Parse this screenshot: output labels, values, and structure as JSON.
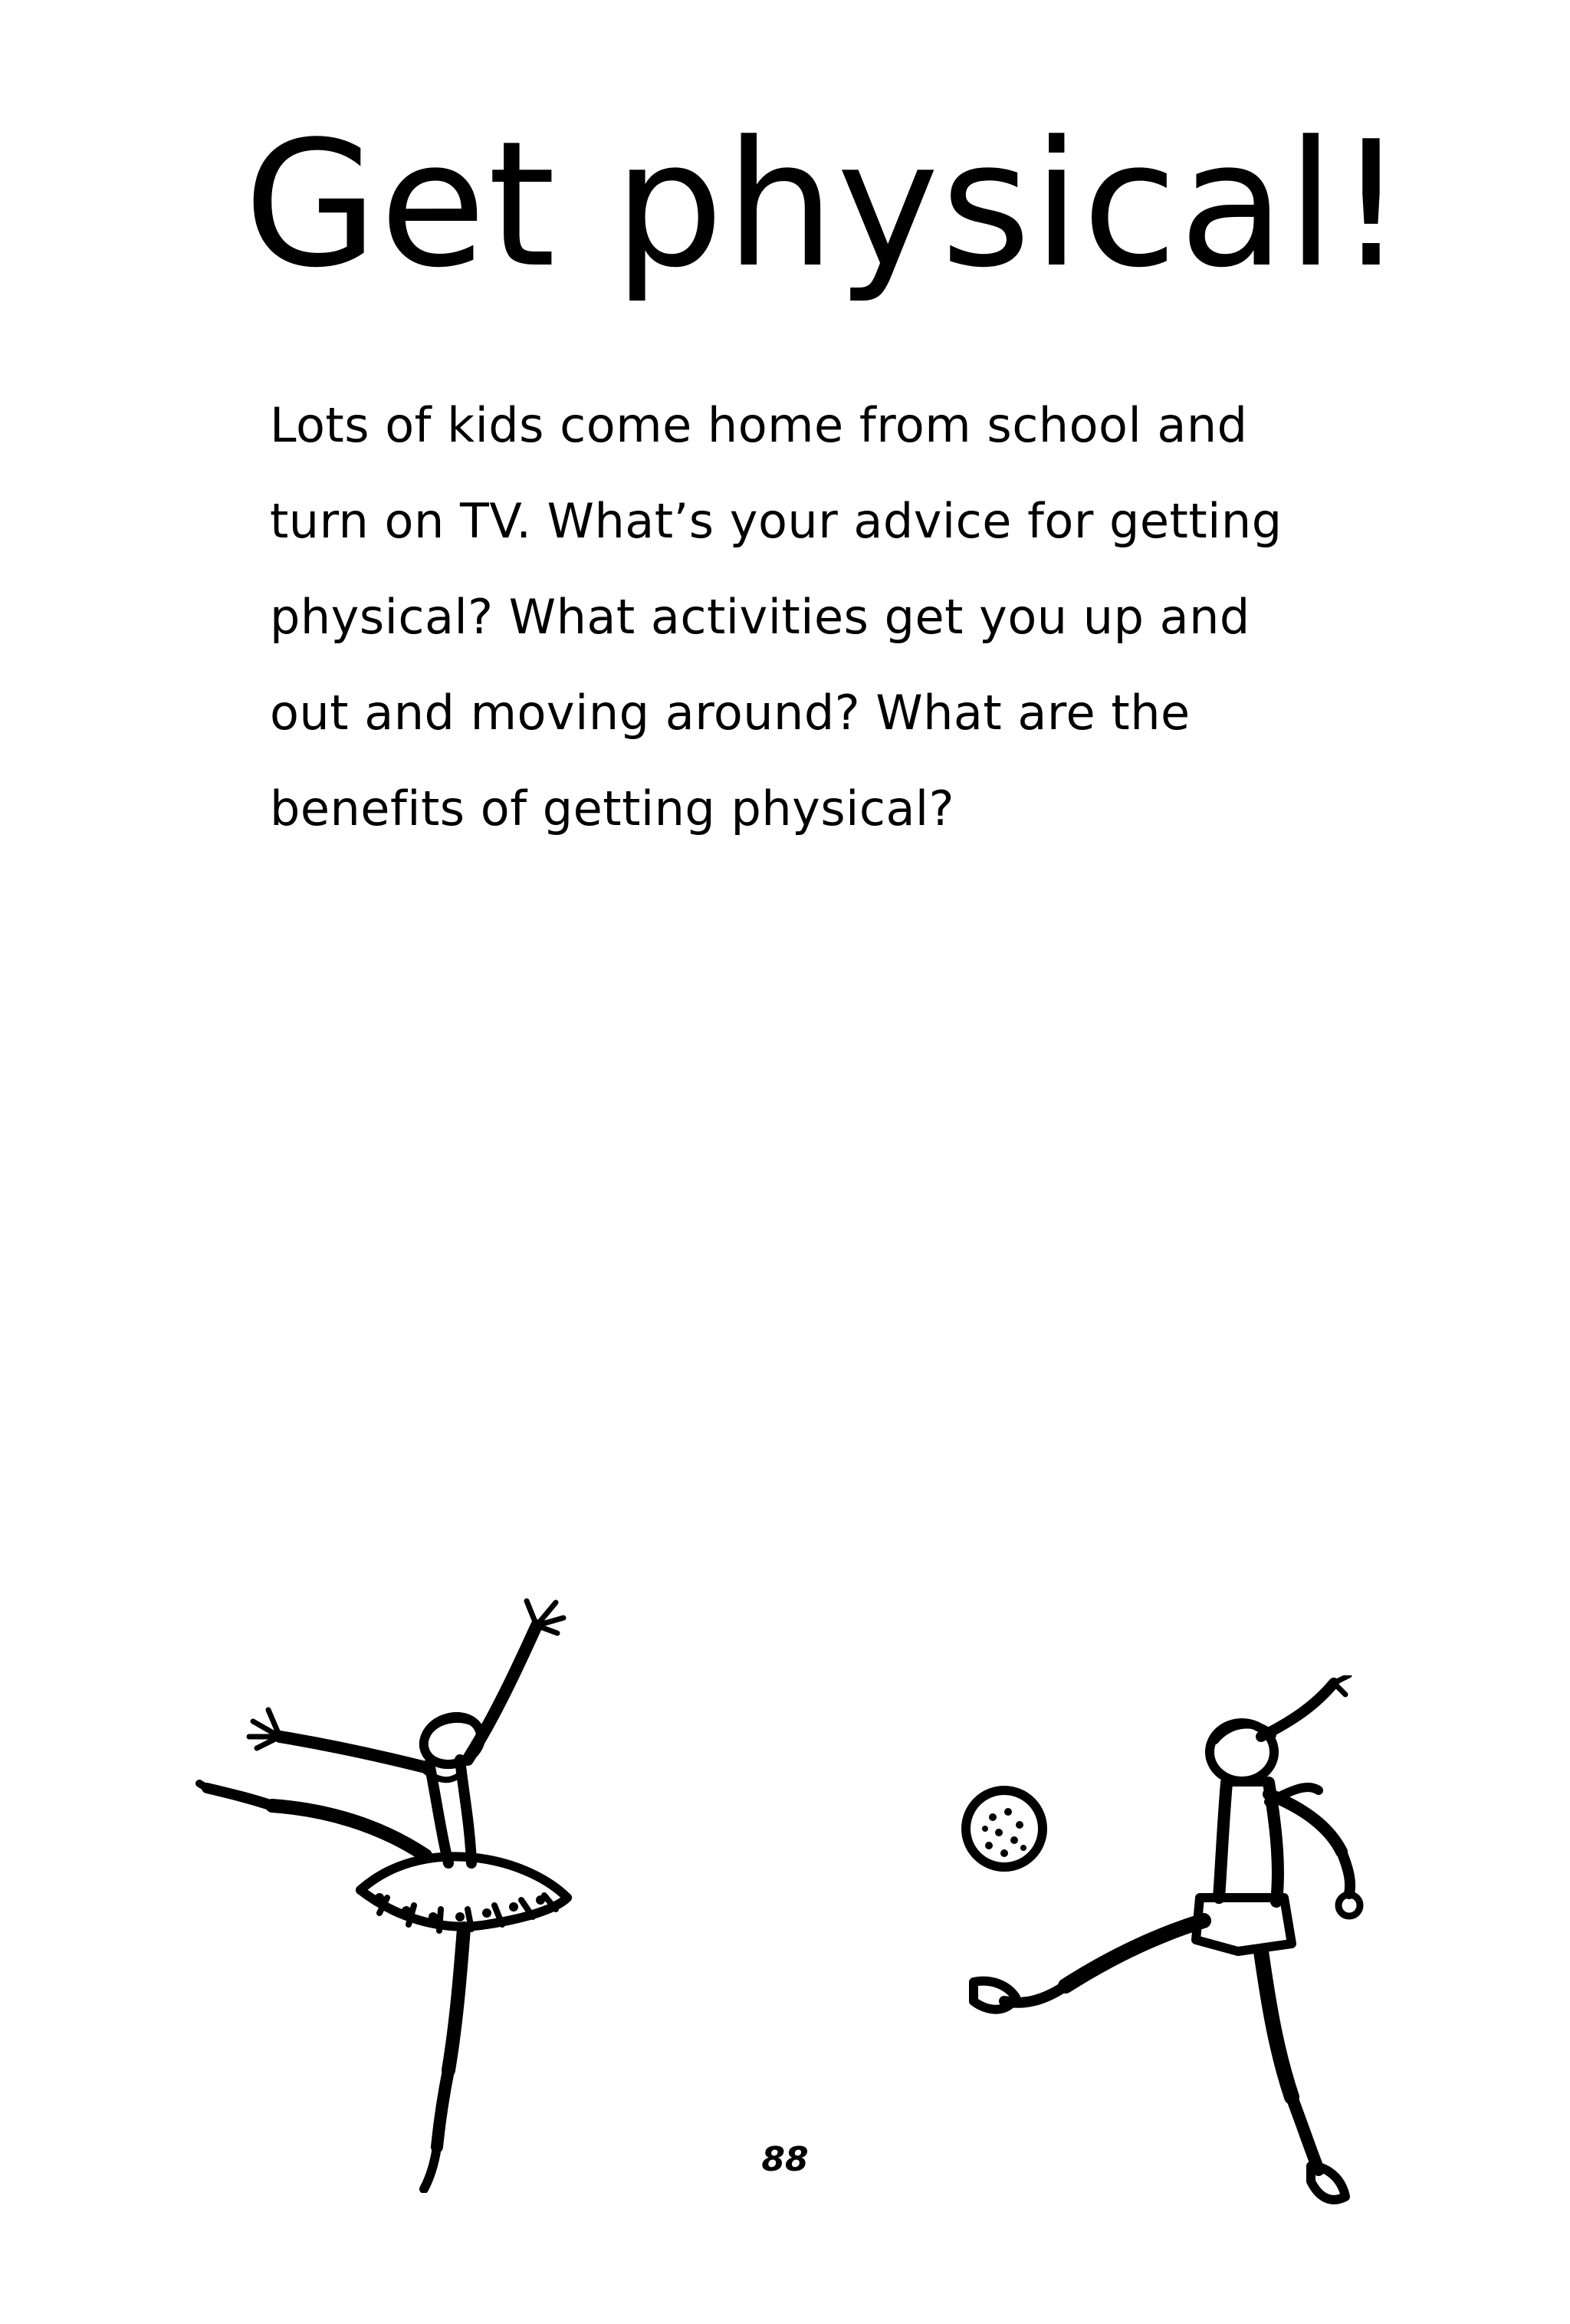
{
  "page": {
    "title": "Get physical!",
    "body_lines": [
      "Lots of kids come home from school and",
      "turn on TV. What’s your advice for getting",
      "physical? What activities get you up and",
      "out and moving around? What are the",
      "benefits of getting physical?"
    ],
    "page_number": "88"
  },
  "illustrations": [
    {
      "name": "ballerina-illustration",
      "style": "woodcut line art"
    },
    {
      "name": "soccer-player-illustration",
      "style": "woodcut line art"
    }
  ],
  "colors": {
    "ink": "#000000",
    "paper": "#ffffff"
  }
}
